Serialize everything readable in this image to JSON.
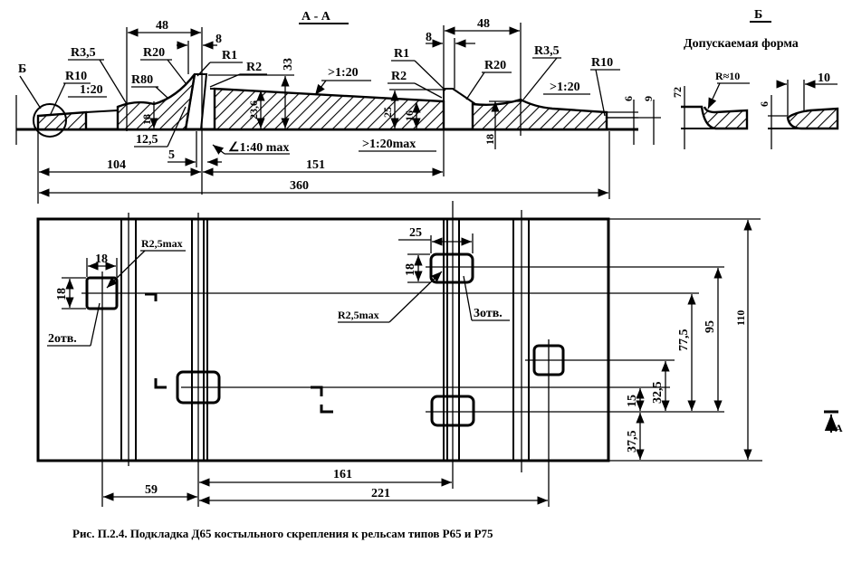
{
  "section_view": {
    "title": "А - А",
    "labels": {
      "detail_ref": "Б",
      "r10_left": "R10",
      "r3_5_left": "R3,5",
      "slope_left": "1:20",
      "r80": "R80",
      "r20_left": "R20",
      "r1_left": "R1",
      "r2_left": "R2",
      "dim_48_left": "48",
      "dim_8_left": "8",
      "dim_33": "33",
      "dim_23_6": "23,6",
      "dim_18_left": "18",
      "dim_12_5": "12,5",
      "dim_5": "5",
      "slope_1_40": "1:40 max",
      "slope_center": "1:20",
      "r1_right": "R1",
      "r2_right": "R2",
      "dim_8_right": "8",
      "dim_48_right": "48",
      "r20_right": "R20",
      "r3_5_right": "R3,5",
      "slope_right": "1:20",
      "r10_right": "R10",
      "dim_25": "25",
      "dim_16": "16",
      "slope_1_20_max": "1:20max",
      "dim_18_right": "18",
      "dim_6": "6",
      "dim_9": "9",
      "dim_104": "104",
      "dim_151": "151",
      "dim_360": "360"
    }
  },
  "detail_view": {
    "title": "Б",
    "subtitle": "Допускаемая форма",
    "dim_72": "72",
    "radius_label": "R≈10",
    "dim_6": "6",
    "dim_10": "10"
  },
  "plan_view": {
    "labels": {
      "dim_18_w": "18",
      "dim_18_h": "18",
      "r2_5_left": "R2,5max",
      "holes_2": "2отв.",
      "dim_25": "25",
      "dim_18_h_right": "18",
      "r2_5_right": "R2,5max",
      "holes_3": "3отв.",
      "dim_110": "110",
      "dim_95": "95",
      "dim_77_5": "77,5",
      "dim_32_5": "32,5",
      "dim_15": "15",
      "dim_37_5": "37,5",
      "dim_59": "59",
      "dim_161": "161",
      "dim_221": "221",
      "section_marker": "А"
    }
  },
  "caption": "Рис. П.2.4. Подкладка Д65 костыльного скрепления  к рельсам типов Р65 и Р75"
}
